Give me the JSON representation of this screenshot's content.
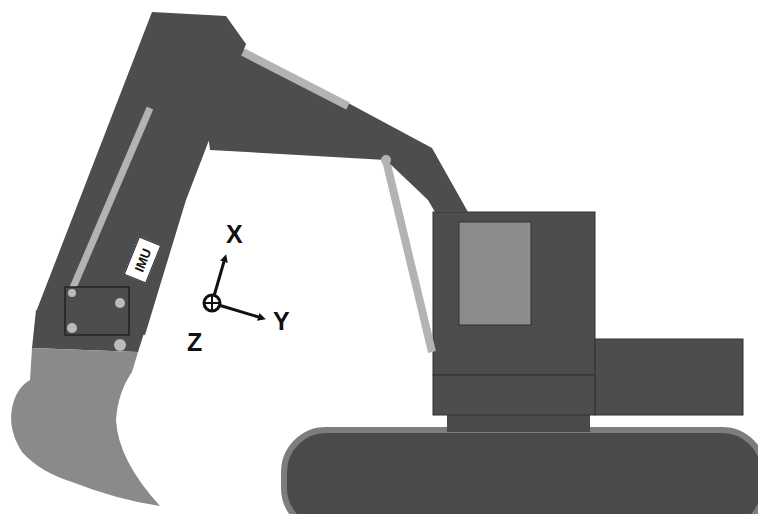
{
  "diagram": {
    "nodes": [
      {
        "text": [
          "IMU"
        ]
      }
    ],
    "labels": [
      "X",
      "Y",
      "Z"
    ]
  }
}
